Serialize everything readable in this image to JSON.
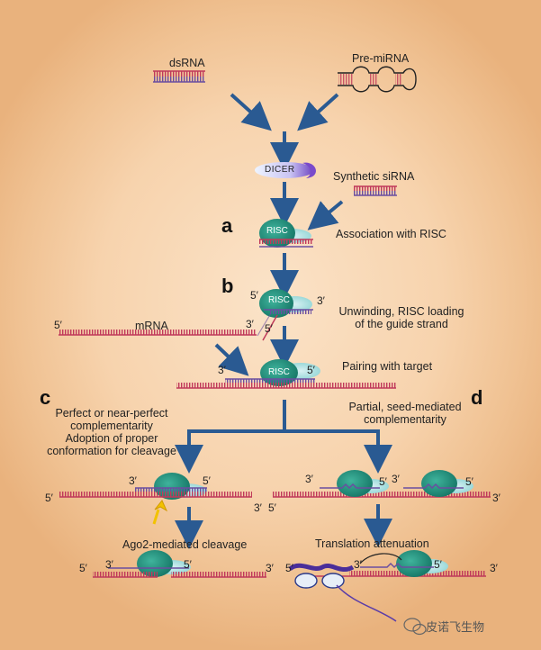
{
  "sources": {
    "dsrna": "dsRNA",
    "pre_mirna": "Pre-miRNA"
  },
  "dicer": "DICER",
  "synthetic_sirna": "Synthetic siRNA",
  "risc": "RISC",
  "steps": {
    "a": {
      "letter": "a",
      "text": "Association with RISC"
    },
    "b": {
      "letter": "b",
      "text": [
        "Unwinding, RISC loading",
        "of the guide strand"
      ]
    },
    "c": {
      "letter": "c",
      "text": [
        "Perfect or near-perfect",
        "complementarity",
        "Adoption of proper",
        "conformation for cleavage"
      ]
    },
    "d": {
      "letter": "d",
      "text": [
        "Partial, seed-mediated",
        "complementarity"
      ]
    }
  },
  "mrna": "mRNA",
  "pairing": "Pairing with target",
  "outcomes": {
    "cleavage": "Ago2-mediated cleavage",
    "translation": "Translation attenuation"
  },
  "ends": {
    "five": "5′",
    "three": "3′"
  },
  "watermark": "皮诺飞生物",
  "colors": {
    "arrow": "#2a5a92",
    "strand_red": "#c0395a",
    "strand_purple": "#6a4ea0",
    "risc_teal": "#1e8a78",
    "risc_light": "#8fd4d4"
  }
}
